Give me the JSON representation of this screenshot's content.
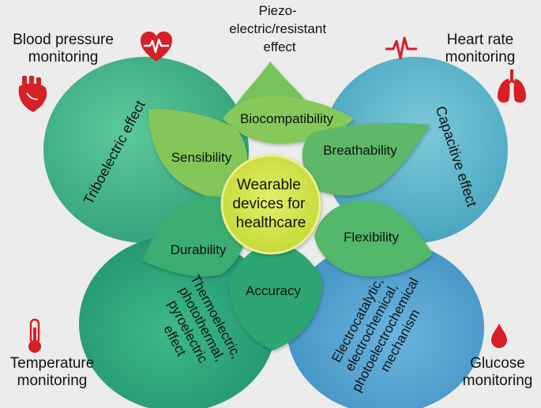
{
  "center": {
    "lines": [
      "Wearable",
      "devices for",
      "healthcare"
    ]
  },
  "top_label": {
    "lines": [
      "Piezo-",
      "electric/resistant",
      "effect"
    ]
  },
  "circles": [
    {
      "id": "triboelectric",
      "lines": [
        "Triboelectric effect"
      ],
      "color": "#3db587"
    },
    {
      "id": "capacitive",
      "lines": [
        "Capacitive effect"
      ],
      "color": "#5cb8cf"
    },
    {
      "id": "thermoelectric",
      "lines": [
        "Thermoelectric,",
        "photothermal,",
        "pyroelectric",
        "effect"
      ],
      "color": "#2aa47a"
    },
    {
      "id": "electrocatalytic",
      "lines": [
        "Electrocatalytic,",
        "electrochemical,",
        "photoelectrochemical",
        "mechanism"
      ],
      "color": "#4a9fd0"
    }
  ],
  "petals": [
    {
      "id": "biocompatibility",
      "label": "Biocompatibility"
    },
    {
      "id": "sensibility",
      "label": "Sensibility"
    },
    {
      "id": "breathability",
      "label": "Breathability"
    },
    {
      "id": "durability",
      "label": "Durability"
    },
    {
      "id": "flexibility",
      "label": "Flexibility"
    },
    {
      "id": "accuracy",
      "label": "Accuracy"
    }
  ],
  "applications": [
    {
      "id": "blood-pressure",
      "lines": [
        "Blood pressure",
        "monitoring"
      ],
      "icon": "heart-ecg-icon"
    },
    {
      "id": "heart-rate",
      "lines": [
        "Heart rate",
        "monitoring"
      ],
      "icon": "lungs-icon"
    },
    {
      "id": "temperature",
      "lines": [
        "Temperature",
        "monitoring"
      ],
      "icon": "thermometer-icon"
    },
    {
      "id": "glucose",
      "lines": [
        "Glucose",
        "monitoring"
      ],
      "icon": "blood-drop-icon"
    }
  ],
  "colors": {
    "icon_red": "#d61f26",
    "center": "#d4e344",
    "petal_light": "#84c65a",
    "petal_mid": "#55b86c",
    "petal_dark": "#2ea672"
  }
}
